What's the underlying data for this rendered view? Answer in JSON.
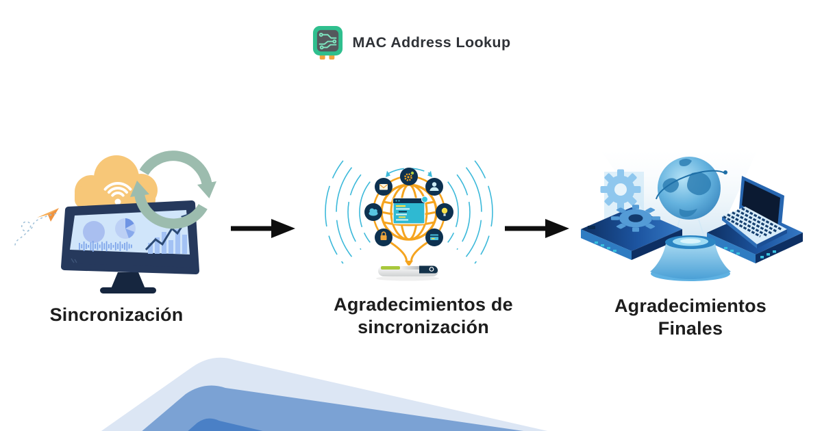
{
  "header": {
    "title": "MAC Address Lookup",
    "logo_icon": "circuit-chip-icon",
    "logo_colors": {
      "frame": "#2fbf8e",
      "board": "#54595d",
      "trace": "#7ee6c0",
      "pins": "#f2a43c"
    }
  },
  "flow": {
    "arrow_color": "#0e0e0e",
    "connector": "arrow-right",
    "steps": [
      {
        "label": "Sincronización",
        "label_lines": [
          "Sincronización"
        ],
        "illustration": "cloud-sync-monitor-illustration",
        "illustration_elements": [
          "paper-plane-icon",
          "cloud-wifi-icon",
          "sync-arrows-icon",
          "monitor-dashboard"
        ]
      },
      {
        "label": "Agradecimientos de sincronización",
        "label_lines": [
          "Agradecimientos de",
          "sincronización"
        ],
        "illustration": "network-globe-broadcast-illustration",
        "illustration_elements": [
          "globe-wireframe",
          "code-window",
          "gear-icon",
          "email-icon",
          "user-icon",
          "cloud-icon",
          "idea-icon",
          "lock-icon",
          "card-icon",
          "signal-waves",
          "router-device"
        ]
      },
      {
        "label": "Agradecimientos Finales",
        "label_lines": [
          "Agradecimientos",
          "Finales"
        ],
        "illustration": "hologram-globe-devices-illustration",
        "illustration_elements": [
          "projection-beam",
          "hologram-globe",
          "projector-base",
          "gears-platform",
          "laptop-platform"
        ]
      }
    ]
  },
  "decoration": {
    "name": "corner-ribbon-layers",
    "colors": [
      "#dce6f4",
      "#7ba2d4",
      "#4a80c6"
    ]
  },
  "palette": {
    "text": "#1d1d1d",
    "orange": "#f5a41f",
    "cyan": "#3cb9da",
    "navy": "#0d3150",
    "sage": "#9cbcae",
    "cloud_yellow": "#f7c778",
    "screen_blue": "#d0e5fa"
  }
}
